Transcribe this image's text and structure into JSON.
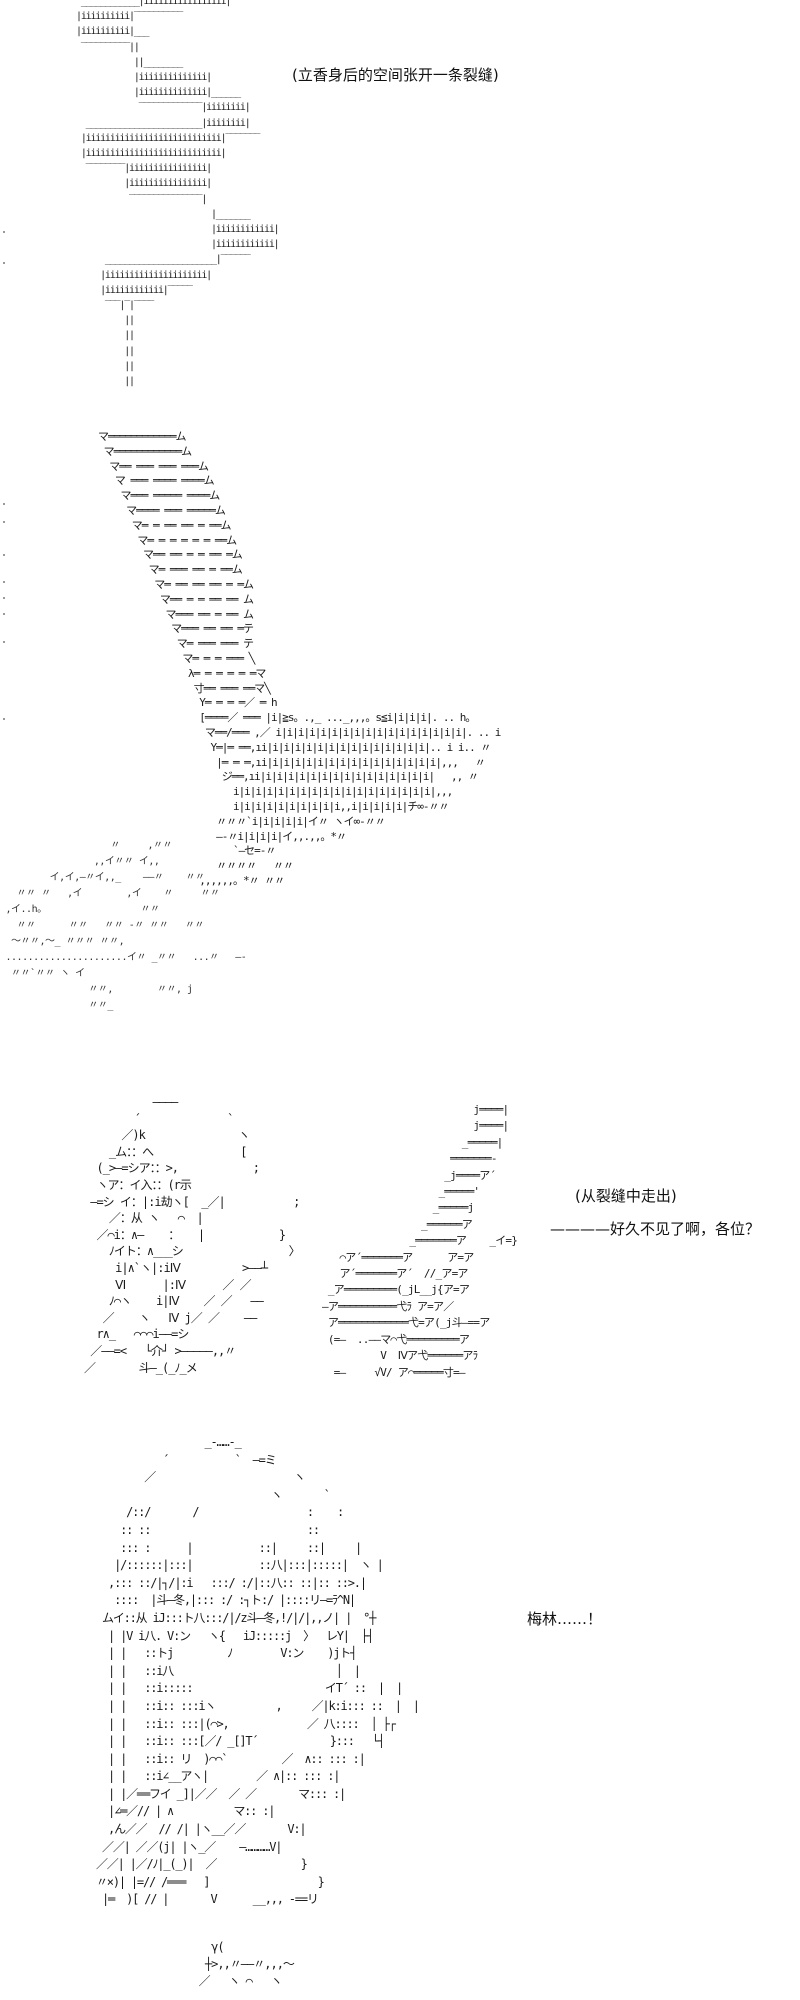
{
  "panels": [
    {
      "id": "panel-1-stair-crack",
      "caption": "(立香身后的空间张开一条裂缝)",
      "art": " ____________|iiiiiiiiiiiiiiiii|\n|iiiiiiiiii|‾‾‾‾‾‾‾‾‾‾\n|iiiiiiiiii|___\n ‾‾‾‾‾‾‾‾‾‾||\n            ||________\n            |iiiiiiiiiiiiii|\n            |iiiiiiiiiiiiii|______\n             ‾‾‾‾‾‾‾‾‾‾‾‾‾|iiiiiiii|\n  ________________________|iiiiiiii|\n |iiiiiiiiiiiiiiiiiiiiiiiiiiii|‾‾‾‾‾‾‾\n |iiiiiiiiiiiiiiiiiiiiiiiiiiii|\n  ‾‾‾‾‾‾‾‾|iiiiiiiiiiiiiiii|\n          |iiiiiiiiiiiiiiii|\n           ‾‾‾‾‾‾‾‾‾‾‾‾‾‾‾|\n                            |_______\n                            |iiiiiiiiiiii|\n                            |iiiiiiiiiiii|\n      _______________________|‾‾‾‾‾‾\n     |iiiiiiiiiiiiiiiiiiiii|\n     |iiiiiiiiiiii|‾‾‾‾‾\n      ‾‾‾|‾|‾‾‾‾\n          ||\n          ||\n          ||\n          ||\n          ||"
    },
    {
      "id": "panel-2-crack-opening",
      "art": "マ════════════ム\n マ════════════ム\n  マ══ ═══ ═══ ═══ム\n   マ ═══ ════ ════ム\n    マ═══ ═════ ════ム\n     マ════ ═══ ═════ム\n      マ═ ═ ══ ══ ═ ══ム\n       マ═ ═ ═ ═ ═ ═ ══ム\n        マ══ ══ ═ ═ ══ ═ム\n         マ═ ═══ ══ ═ ══ム\n          マ═ ══ ══ ══ ═ ═ム\n           マ══ ═ ═ ══ ══ ム\n            マ═══ ══ ═ ══ ム\n             マ═══ ══ ══ ═テ\n              マ═ ═══ ═══ テ\n               マ═ ═ ═ ═══ ╲\n                λ═ ═ ═ ═ ═ ═マ\n                 寸══ ═══ ══マ╲\n                  Y═ ═ ═ ═／ ═ h\n                  [════／ ═══ |i|≧s。.,_ ..._,,,。s≦i|i|i|i|. .. h。\n                   マ══/═══ ,／ i|i|i|i|i|i|i|i|i|i|i|i|i|i|i|i|i|. .. i\n                    Y═|═ ══,ıi|i|i|i|i|i|i|i|i|i|i|i|i|i|i|.. i i.. 〃\n                     |═ ═ ═,ıi|i|i|i|i|i|i|i|i|i|i|i|i|i|i|i|,,,   〃\n                      ジ══,ıi|i|i|i|i|i|i|i|i|i|i|i|i|i|i|i|   ,, 〃\n                        i|i|i|i|i|i|i|i|i|i|i|i|i|i|i|i|i|i|,,,\n                        i|i|i|i|i|i|i|i|i|i,,i|i|i|i|i|チ∞-〃〃\n                     〃〃〃`i|i|i|i|i|イ〃 ヽイ∞-〃〃\n                     —-〃i|i|i|i|イ,,.,,。*〃\n                        `—セ=-〃\n                     〃〃〃〃   〃〃\n                  ,,,,,,。*〃 〃〃",
      "debris_art": "                    〃     ,〃〃\n                 ,,イ〃〃 イ,,\n         イ,イ,—〃イ,,_    ——〃    〃〃\n   〃〃 〃   ,イ        ,イ    〃     〃〃\n ,イ..h。                 〃〃\n   〃〃      〃〃   〃〃 -〃 〃〃   〃〃\n  〜〃〃,〜_ 〃〃〃 〃〃,\n ......................イ〃 _〃〃   ...〃   —-\n  〃〃`〃〃 ヽ イ\n                〃〃,        〃〃, j\n                〃〃_"
    },
    {
      "id": "panel-3-emergence",
      "caption_action": "(从裂缝中走出)",
      "dialogue": "————好久不见了啊，各位？",
      "figure_art": "           ————\n        ´              `\n      ／)k               ヽ\n    _ム：：へ              [\n  (_>—=シア：：>,            ;\n  ヽア：イ入：：(r示\n —=シ イ：|:i劫ヽ[  _／|           ;\n    ／：从 ヽ   ⌒  |\n  ／⌒i：∧—    ：   |            }\n    ﾉイト：∧___シ                 〉\n     i|∧`ヽ|:iⅣ          >——┴\n     Ⅵ      |:Ⅳ      ／ ／\n    ﾉ⌒ヽ    i|Ⅳ    ／ ／   ——\n   ／    ヽ   Ⅳ j／ ／    ——\n  r∧_   ⌒⌒⌒i——=シ\n ／——=<   └介┘ >—————,,〃\n／       斗—_(_ﾉ_メ",
      "staircase_art": "                          j════|\n                          j════|\n                        _═════|\n                      ═══════-\n                     _j════ア´\n                    _═════'\n                   _═════j\n                 _══════ア\n               _═══════ア    _イ=}\n   ⌒ア´═══════ア      ア=ア\n   ア´═══════ア´  //_ア=ア\n _ア═════════(_jL__j{ア=ア\n—ア══════════弋ﾗ ア=ア／\n ア════════════弋=ア(_j斗—==ア\n (=—  ..——マ⌒弋═════════ア\n          V  Ⅳア弋══════アﾗ\n  =—     √V/ ア⌒═════寸=—"
    },
    {
      "id": "panel-4-merlin",
      "dialogue": "梅林……！",
      "figure_art": "                  _-……-_\n           ´           `  —=ミ\n        ／                       ヽ\n                             ヽ       `\n     /::/       /                  :    :\n    :: ::                          ::\n    ::: :      |           ::|     ::|     |\n   |/::::::|:::|           ::八|:::|:::::|  ヽ |\n  ,::: ::/|┐/|:i   :::/ :/|::八:: ::|:: ::>.|\n   ::::  |斗—冬,|::: :/ :┐ト:/ |::::リ—=ﾗ^N|\n ムイ::从 iJ:::ト八:::/|/z斗—冬,!/|/|,,ノ| |  °┼\n  | |V i八. V:ン   ヽ{   iJ:::::j  〉  レY|  ├┤\n  | |   ::トj         ﾉ        V:ン    )jト┤\n  | |   ::i八                           │  |\n  | |   ::i:::::                      イT´ ::  |  |\n  | |   ::i:: :::iヽ          ,     ／|k:i::: ::  |  |\n  | |   ::i:: :::|(⌒>,             ／ 八::::  │ ├┌\n  | |   ::i:: :::[／/ _[]T´            }:::   └┤\n  | |   ::i:: リ  )⌒⌒`         ／  ∧:: ::: :|\n  | |   ::i∠__アヽ|        ／ ∧|:: ::: :|\n  | |／══フイ _]|／／  ／ ／       マ::: :|\n  |∠═／// | ∧          マ:: :|\n  ,ん／／  // /| |ヽ__／／       V:|\n ／／| ／／(j| |ヽ_／    —…………V|\n／／| |／/ﾉ|_(_)|  ／              }\n〃×)| |=// /═══   ]                  }\n |═  )[ // |       V      __,,, -==リ",
      "next_art": "     γ(\n    ┼>,,〃——〃,,,〜\n   ／   ヽ ⌒   ヽ"
    }
  ],
  "margin_marks_y": [
    231,
    262,
    503,
    521,
    554,
    581,
    597,
    613,
    641,
    718
  ]
}
